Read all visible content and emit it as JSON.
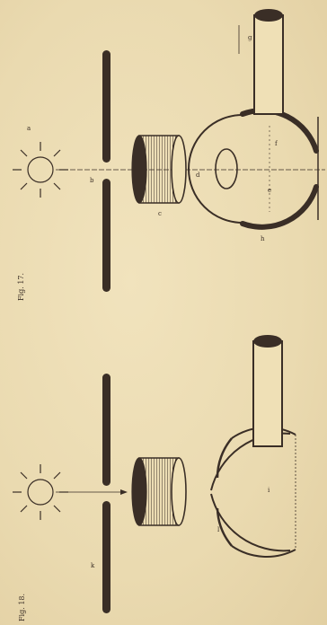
{
  "figures": [
    {
      "caption": "Fig. 17.",
      "labels": {
        "a": "a",
        "b": "b",
        "c": "c",
        "d": "d",
        "e": "e",
        "f": "f",
        "g": "g",
        "h": "h"
      }
    },
    {
      "caption": "Fig. 18.",
      "labels": {
        "i": "i",
        "k": "k",
        "l": "l"
      }
    }
  ],
  "colors": {
    "ink": "#3a2e26",
    "paper": "#ecdcb2"
  },
  "icons": [
    "sun-icon",
    "lens-icon",
    "eye-icon",
    "optic-nerve-icon"
  ]
}
